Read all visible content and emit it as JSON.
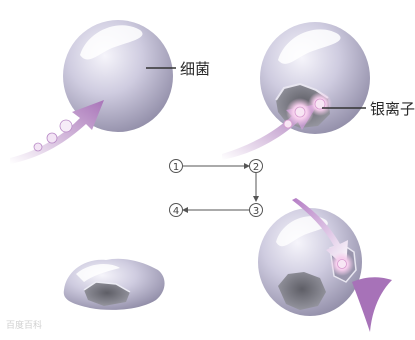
{
  "labels": {
    "bacterium": "细菌",
    "silver_ion": "银离子"
  },
  "steps": [
    "1",
    "2",
    "3",
    "4"
  ],
  "watermark": "百度百科",
  "colors": {
    "sphere_light": "#f4f2fb",
    "sphere_mid": "#c9c6dc",
    "sphere_dark": "#8f8ba6",
    "arrow": "#b184c0",
    "arrow_light": "#eadcf0",
    "ion_glow": "#f3c8ea",
    "hole": "#7d7d86"
  }
}
